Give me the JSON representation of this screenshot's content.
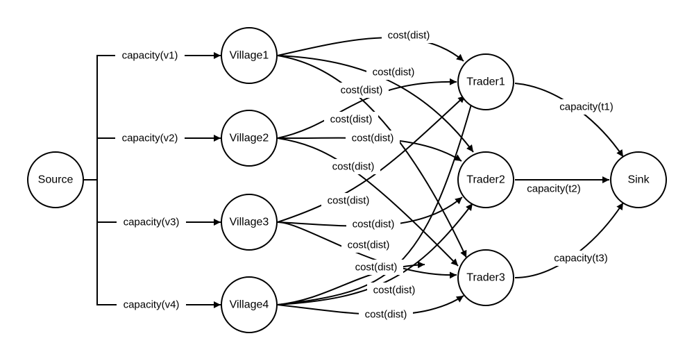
{
  "nodes": {
    "source": "Source",
    "v1": "Village1",
    "v2": "Village2",
    "v3": "Village3",
    "v4": "Village4",
    "t1": "Trader1",
    "t2": "Trader2",
    "t3": "Trader3",
    "sink": "Sink"
  },
  "edges": {
    "src_v1": "capacity(v1)",
    "src_v2": "capacity(v2)",
    "src_v3": "capacity(v3)",
    "src_v4": "capacity(v4)",
    "v1_t1": "cost(dist)",
    "v1_t2": "cost(dist)",
    "v1_t3": "cost(dist)",
    "v2_t1": "cost(dist)",
    "v2_t2": "cost(dist)",
    "v2_t3": "cost(dist)",
    "v3_t1": "cost(dist)",
    "v3_t2": "cost(dist)",
    "v3_t3": "cost(dist)",
    "v4_t1": "cost(dist)",
    "v4_t2": "cost(dist)",
    "v4_t3": "cost(dist)",
    "t1_sink": "capacity(t1)",
    "t2_sink": "capacity(t2)",
    "t3_sink": "capacity(t3)"
  }
}
